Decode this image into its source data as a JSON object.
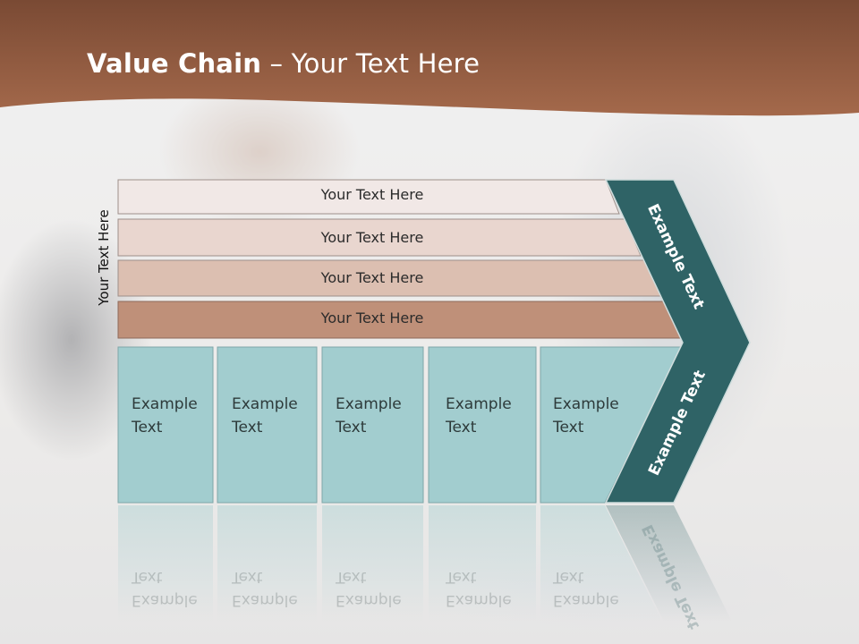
{
  "title": {
    "bold": "Value Chain",
    "rest": " – Your Text Here"
  },
  "side_label": "Your Text Here",
  "rows": [
    {
      "label": "Your Text Here"
    },
    {
      "label": "Your Text Here"
    },
    {
      "label": "Your Text Here"
    },
    {
      "label": "Your Text Here"
    }
  ],
  "cells": [
    {
      "line1": "Example",
      "line2": "Text"
    },
    {
      "line1": "Example",
      "line2": "Text"
    },
    {
      "line1": "Example",
      "line2": "Text"
    },
    {
      "line1": "Example",
      "line2": "Text"
    },
    {
      "line1": "Example",
      "line2": "Text"
    }
  ],
  "chevron": {
    "upper_label": "Example Text",
    "lower_label": "Example Text"
  },
  "colors": {
    "header": "#8d5a3f",
    "rows": [
      "#f1e8e6",
      "#e9d6cf",
      "#dcbfb1",
      "#bf9079"
    ],
    "cell_fill": "#a2cdcf",
    "chevron": "#2f6366"
  }
}
